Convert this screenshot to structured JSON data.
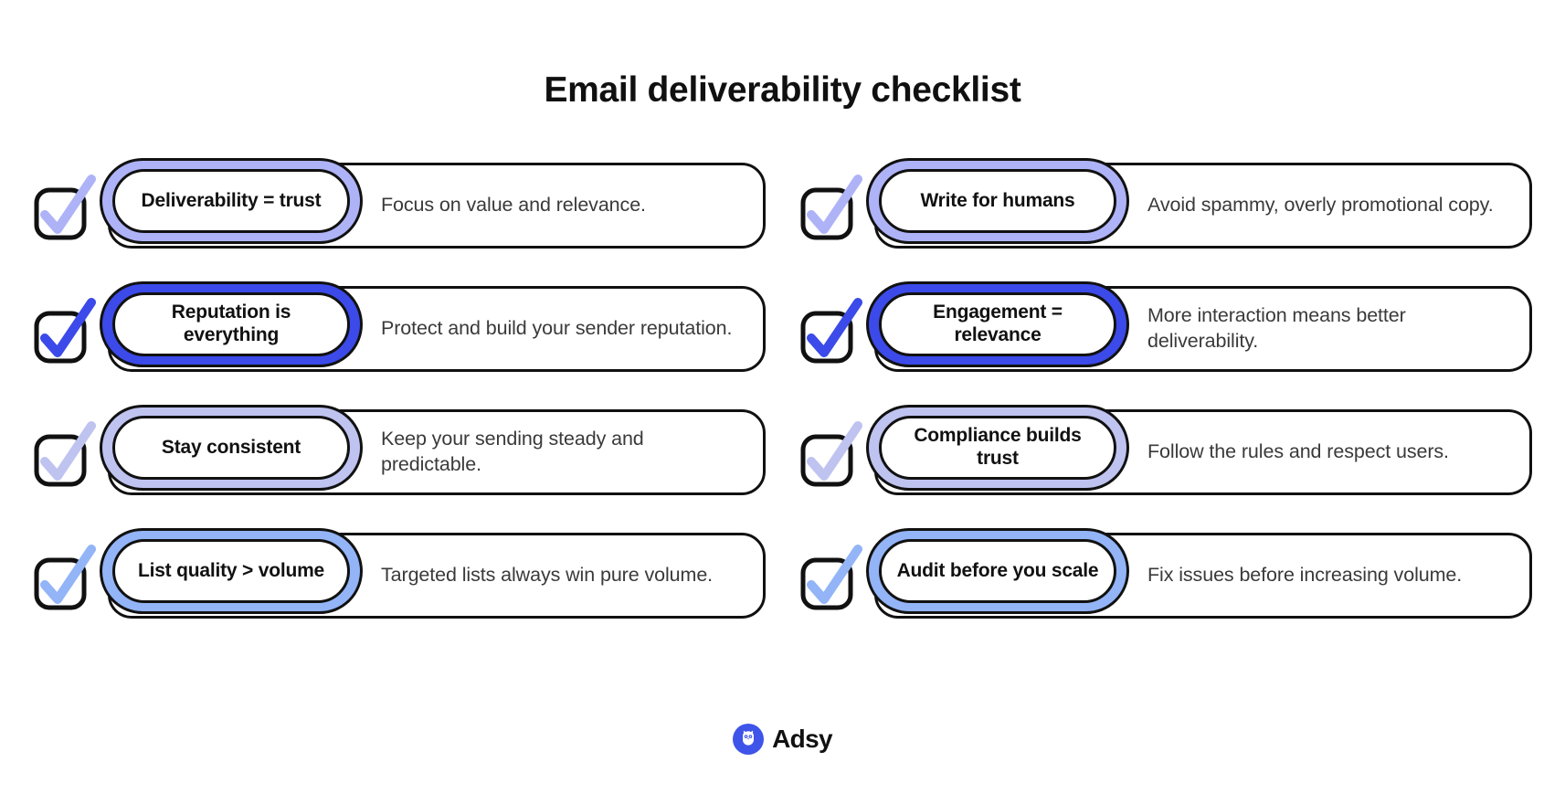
{
  "header": {
    "title": "Email deliverability checklist"
  },
  "palette": {
    "accent_periwinkle": "#aeb3f7",
    "accent_royal_blue": "#3b4ae8",
    "accent_lavender": "#bfc3f0",
    "accent_cornflower": "#93b4f7",
    "outline": "#111111",
    "text_body": "#3a3a3a",
    "logo_blue": "#3f54e8"
  },
  "checklist": {
    "columns": [
      {
        "name": "left-column",
        "items": [
          {
            "label": "Deliverability = trust",
            "description": "Focus on value and relevance.",
            "color": "#aeb3f7",
            "checkbox_icon": "checkbox-checked-icon",
            "checked": true
          },
          {
            "label": "Reputation is everything",
            "description": "Protect and build your sender reputation.",
            "color": "#3b4ae8",
            "checkbox_icon": "checkbox-checked-icon",
            "checked": true
          },
          {
            "label": "Stay consistent",
            "description": "Keep your sending steady and predictable.",
            "color": "#bfc3f0",
            "checkbox_icon": "checkbox-checked-icon",
            "checked": true
          },
          {
            "label": "List quality > volume",
            "description": "Targeted lists always win pure volume.",
            "color": "#93b4f7",
            "checkbox_icon": "checkbox-checked-icon",
            "checked": true
          }
        ]
      },
      {
        "name": "right-column",
        "items": [
          {
            "label": "Write for humans",
            "description": "Avoid spammy, overly promotional copy.",
            "color": "#aeb3f7",
            "checkbox_icon": "checkbox-checked-icon",
            "checked": true
          },
          {
            "label": "Engagement = relevance",
            "description": "More interaction means better deliverability.",
            "color": "#3b4ae8",
            "checkbox_icon": "checkbox-checked-icon",
            "checked": true
          },
          {
            "label": "Compliance builds trust",
            "description": "Follow the rules and respect users.",
            "color": "#bfc3f0",
            "checkbox_icon": "checkbox-checked-icon",
            "checked": true
          },
          {
            "label": "Audit before you scale",
            "description": "Fix issues before increasing volume.",
            "color": "#93b4f7",
            "checkbox_icon": "checkbox-checked-icon",
            "checked": true
          }
        ]
      }
    ]
  },
  "footer": {
    "brand": "Adsy",
    "logo_icon": "owl-logo-icon"
  }
}
